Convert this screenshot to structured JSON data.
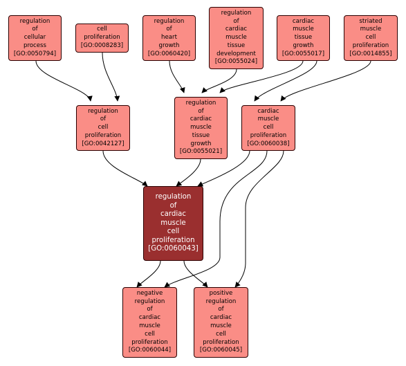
{
  "colors": {
    "node_fill": "#fa8d86",
    "focus_fill": "#9a2f2f",
    "border": "#2a0000",
    "edge": "#000000"
  },
  "nodes": {
    "n0050794": {
      "lines": [
        "regulation",
        "of",
        "cellular",
        "process",
        "[GO:0050794]"
      ]
    },
    "n0008283": {
      "lines": [
        "cell",
        "proliferation",
        "[GO:0008283]"
      ]
    },
    "n0060420": {
      "lines": [
        "regulation",
        "of",
        "heart",
        "growth",
        "[GO:0060420]"
      ]
    },
    "n0055024": {
      "lines": [
        "regulation",
        "of",
        "cardiac",
        "muscle",
        "tissue",
        "development",
        "[GO:0055024]"
      ]
    },
    "n0055017": {
      "lines": [
        "cardiac",
        "muscle",
        "tissue",
        "growth",
        "[GO:0055017]"
      ]
    },
    "n0014855": {
      "lines": [
        "striated",
        "muscle",
        "cell",
        "proliferation",
        "[GO:0014855]"
      ]
    },
    "n0042127": {
      "lines": [
        "regulation",
        "of",
        "cell",
        "proliferation",
        "[GO:0042127]"
      ]
    },
    "n0055021": {
      "lines": [
        "regulation",
        "of",
        "cardiac",
        "muscle",
        "tissue",
        "growth",
        "[GO:0055021]"
      ]
    },
    "n0060038": {
      "lines": [
        "cardiac",
        "muscle",
        "cell",
        "proliferation",
        "[GO:0060038]"
      ]
    },
    "n0060043": {
      "lines": [
        "regulation",
        "of",
        "cardiac",
        "muscle",
        "cell",
        "proliferation",
        "[GO:0060043]"
      ]
    },
    "n0060044": {
      "lines": [
        "negative",
        "regulation",
        "of",
        "cardiac",
        "muscle",
        "cell",
        "proliferation",
        "[GO:0060044]"
      ]
    },
    "n0060045": {
      "lines": [
        "positive",
        "regulation",
        "of",
        "cardiac",
        "muscle",
        "cell",
        "proliferation",
        "[GO:0060045]"
      ]
    }
  },
  "edges": [
    {
      "from": "n0050794",
      "to": "n0042127"
    },
    {
      "from": "n0008283",
      "to": "n0042127"
    },
    {
      "from": "n0060420",
      "to": "n0055021"
    },
    {
      "from": "n0055024",
      "to": "n0055021"
    },
    {
      "from": "n0055017",
      "to": "n0055021"
    },
    {
      "from": "n0055017",
      "to": "n0060038"
    },
    {
      "from": "n0014855",
      "to": "n0060038"
    },
    {
      "from": "n0042127",
      "to": "n0060043"
    },
    {
      "from": "n0055021",
      "to": "n0060043"
    },
    {
      "from": "n0060038",
      "to": "n0060043"
    },
    {
      "from": "n0060043",
      "to": "n0060044"
    },
    {
      "from": "n0060043",
      "to": "n0060045"
    },
    {
      "from": "n0060038",
      "to": "n0060044"
    },
    {
      "from": "n0060038",
      "to": "n0060045"
    }
  ]
}
